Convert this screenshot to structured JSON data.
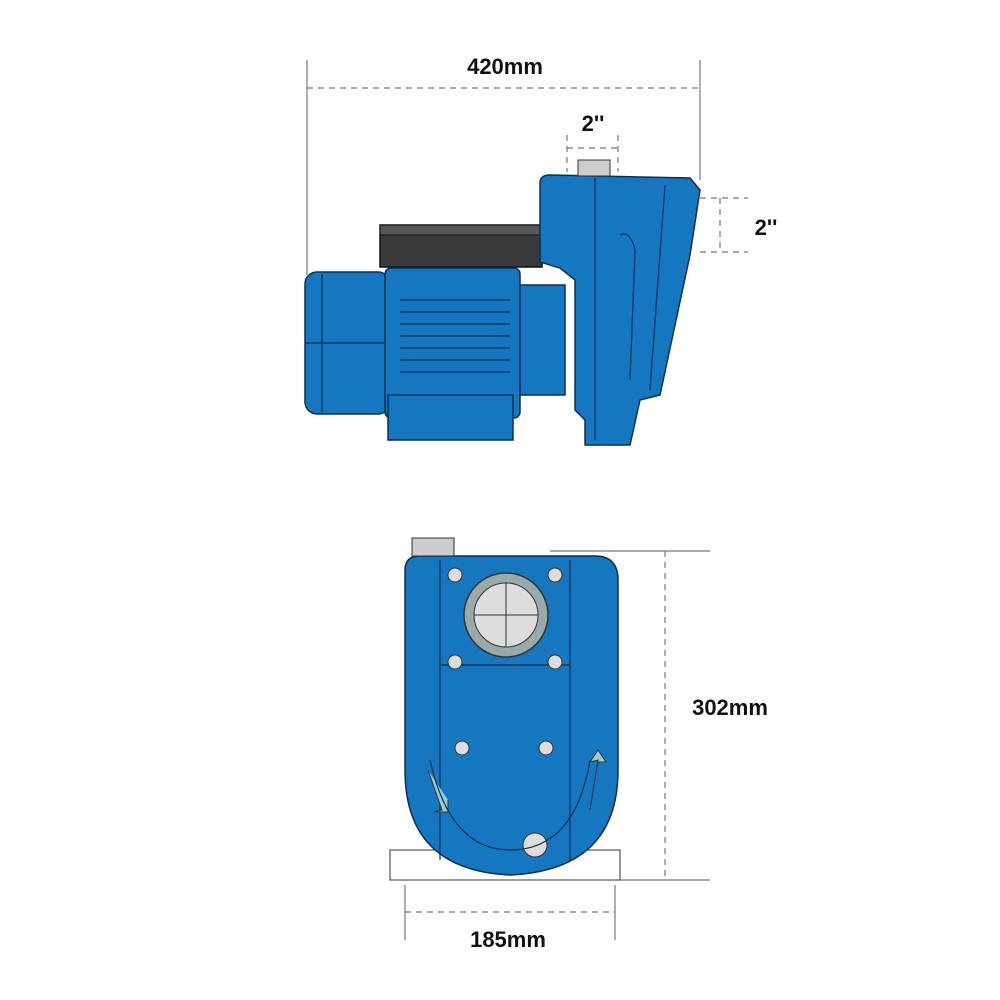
{
  "dimensions": {
    "overall_length": "420mm",
    "outlet_size": "2''",
    "inlet_size": "2''",
    "height": "302mm",
    "foot_spacing": "185mm"
  },
  "colors": {
    "pump_body": "#1577c0",
    "outline": "#0d2f55",
    "terminal_box": "#3a3a3a"
  }
}
